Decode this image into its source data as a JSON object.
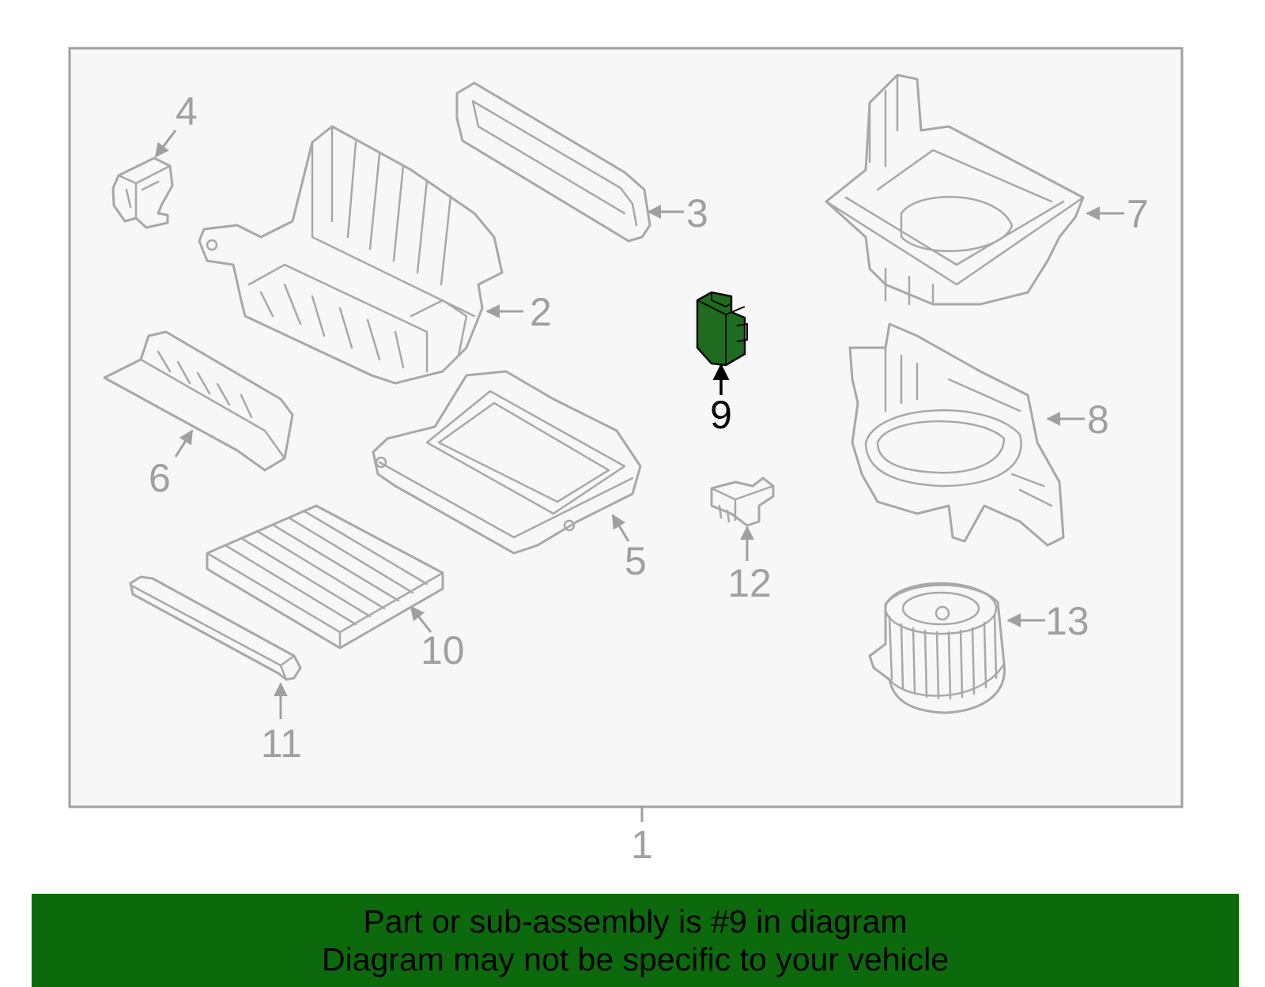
{
  "diagram": {
    "callouts": {
      "c1": "1",
      "c2": "2",
      "c3": "3",
      "c4": "4",
      "c5": "5",
      "c6": "6",
      "c7": "7",
      "c8": "8",
      "c9": "9",
      "c10": "10",
      "c11": "11",
      "c12": "12",
      "c13": "13"
    },
    "highlighted_part": "9",
    "colors": {
      "highlight_fill": "#1f6b1f",
      "banner": "#0c6a0c",
      "line": "#a8a8a8",
      "frame_bg": "#f7f7f7"
    }
  },
  "banner": {
    "line1": "Part or sub-assembly is #9 in diagram",
    "line2": "Diagram may not be specific to your vehicle"
  }
}
